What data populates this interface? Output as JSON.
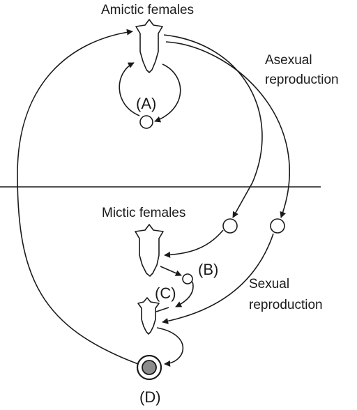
{
  "labels": {
    "amictic_females": "Amictic females",
    "asexual_line1": "Asexual",
    "asexual_line2": "reproduction",
    "mictic_females": "Mictic females",
    "sexual_line1": "Sexual",
    "sexual_line2": "reproduction"
  },
  "markers": {
    "a": "(A)",
    "b": "(B)",
    "c": "(C)",
    "d": "(D)"
  },
  "colors": {
    "ink": "#1a1a1a",
    "resting_egg_fill": "#8c8c8c"
  }
}
